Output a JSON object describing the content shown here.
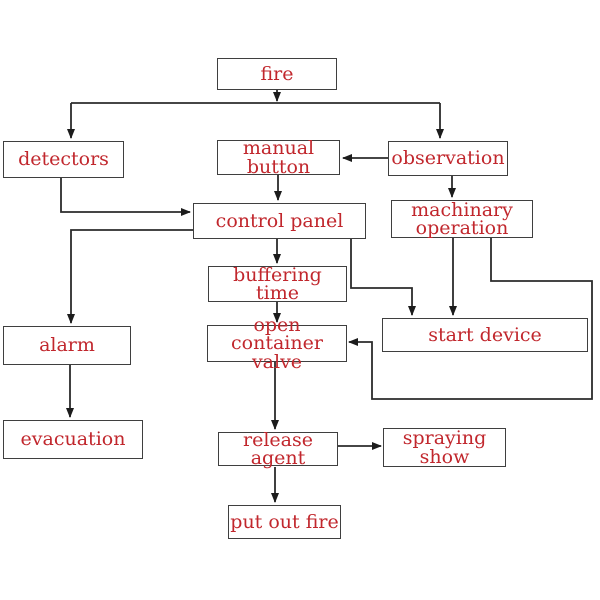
{
  "diagram": {
    "title": "fire suppression system flowchart",
    "colors": {
      "label_text": "#c1272d",
      "box_border": "#3f3f3f",
      "connector_line": "#2b2b2b",
      "background": "#ffffff"
    },
    "nodes": {
      "fire": {
        "label": "fire"
      },
      "detectors": {
        "label": "detectors"
      },
      "manual_button": {
        "label": "manual button"
      },
      "observation": {
        "label": "observation"
      },
      "control_panel": {
        "label": "control panel"
      },
      "machinary_operation": {
        "label": "machinary\noperation"
      },
      "buffering_time": {
        "label": "buffering time"
      },
      "alarm": {
        "label": "alarm"
      },
      "open_container_valve": {
        "label": "open\ncontainer valve"
      },
      "start_device": {
        "label": "start device"
      },
      "evacuation": {
        "label": "evacuation"
      },
      "release_agent": {
        "label": "release agent"
      },
      "spraying_show": {
        "label": "spraying show"
      },
      "put_out_fire": {
        "label": "put out fire"
      }
    },
    "edges": [
      {
        "from": "fire",
        "to": "detectors"
      },
      {
        "from": "fire",
        "to": "observation"
      },
      {
        "from": "observation",
        "to": "manual_button"
      },
      {
        "from": "observation",
        "to": "machinary_operation"
      },
      {
        "from": "manual_button",
        "to": "control_panel"
      },
      {
        "from": "detectors",
        "to": "control_panel"
      },
      {
        "from": "control_panel",
        "to": "alarm"
      },
      {
        "from": "control_panel",
        "to": "buffering_time"
      },
      {
        "from": "control_panel",
        "to": "start_device"
      },
      {
        "from": "machinary_operation",
        "to": "start_device"
      },
      {
        "from": "machinary_operation",
        "to": "open_container_valve"
      },
      {
        "from": "buffering_time",
        "to": "open_container_valve"
      },
      {
        "from": "alarm",
        "to": "evacuation"
      },
      {
        "from": "open_container_valve",
        "to": "release_agent"
      },
      {
        "from": "release_agent",
        "to": "spraying_show"
      },
      {
        "from": "release_agent",
        "to": "put_out_fire"
      }
    ]
  }
}
